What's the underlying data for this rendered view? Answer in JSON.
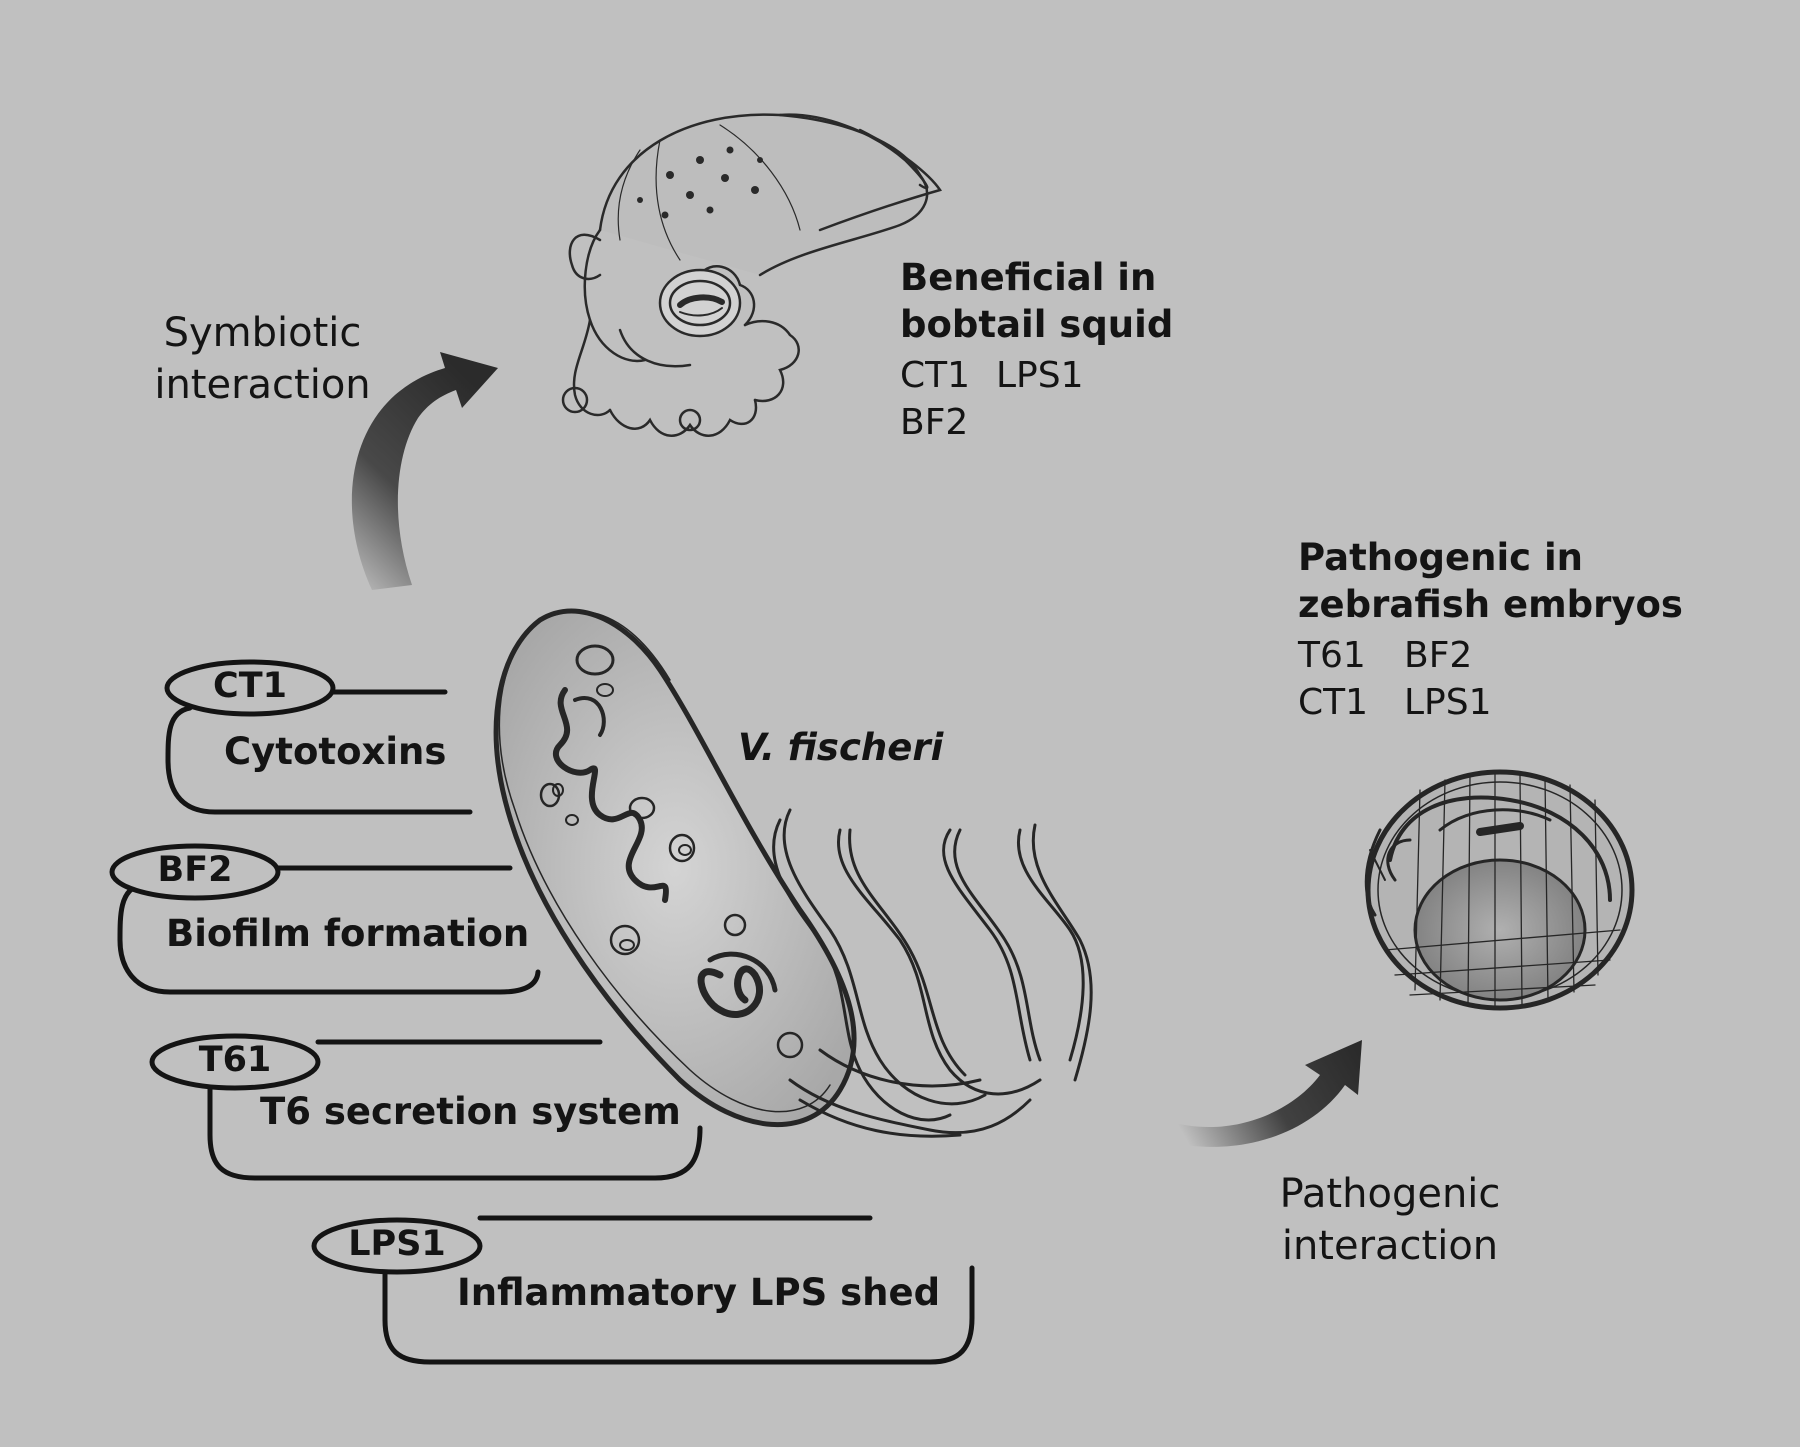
{
  "symbiotic_label": {
    "line1": "Symbiotic",
    "line2": "interaction"
  },
  "pathogenic_label": {
    "line1": "Pathogenic",
    "line2": "interaction"
  },
  "squid": {
    "title_line1": "Beneficial in",
    "title_line2": "bobtail squid",
    "codes_row1": [
      "CT1",
      "LPS1"
    ],
    "codes_row2": [
      "BF2"
    ]
  },
  "zebrafish": {
    "title_line1": "Pathogenic in",
    "title_line2": "zebrafish embryos",
    "codes_row1": [
      "T61",
      "BF2"
    ],
    "codes_row2": [
      "CT1",
      "LPS1"
    ]
  },
  "bacterium": {
    "name": "V. fischeri"
  },
  "factors": [
    {
      "code": "CT1",
      "label": "Cytotoxins"
    },
    {
      "code": "BF2",
      "label": "Biofilm formation"
    },
    {
      "code": "T61",
      "label": "T6 secretion system"
    },
    {
      "code": "LPS1",
      "label": "Inflammatory LPS shed"
    }
  ],
  "colors": {
    "background": "#c0c0c0",
    "ink": "#141414",
    "sketch": "#2a2a2a",
    "arrow": "#2b2b2b"
  },
  "icons": [
    "squid-illustration",
    "zebrafish-embryo-illustration",
    "bacterium-illustration",
    "curved-arrow-icon"
  ]
}
